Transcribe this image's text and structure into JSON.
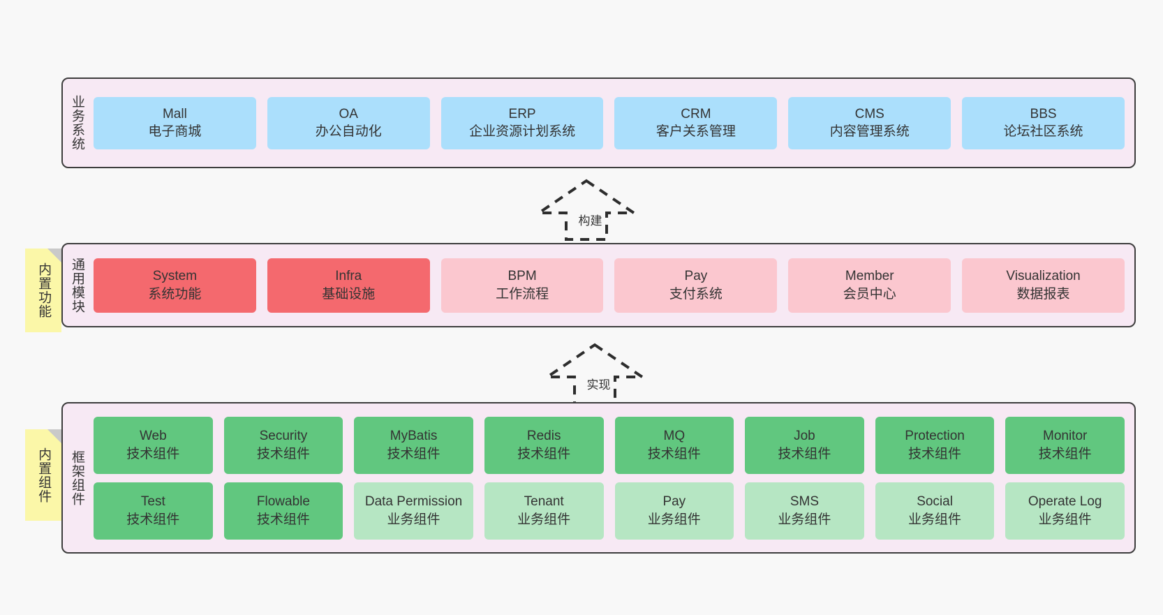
{
  "diagram": {
    "title_note_features": "内置功能",
    "title_note_components": "内置组件",
    "layers": [
      {
        "id": "business",
        "title": "业务系统",
        "rows": [
          {
            "cards": [
              {
                "name": "Mall",
                "desc": "电子商城",
                "color": "#abdffc"
              },
              {
                "name": "OA",
                "desc": "办公自动化",
                "color": "#abdffc"
              },
              {
                "name": "ERP",
                "desc": "企业资源计划系统",
                "color": "#abdffc"
              },
              {
                "name": "CRM",
                "desc": "客户关系管理",
                "color": "#abdffc"
              },
              {
                "name": "CMS",
                "desc": "内容管理系统",
                "color": "#abdffc"
              },
              {
                "name": "BBS",
                "desc": "论坛社区系统",
                "color": "#abdffc"
              }
            ]
          }
        ]
      },
      {
        "id": "modules",
        "title": "通用模块",
        "rows": [
          {
            "cards": [
              {
                "name": "System",
                "desc": "系统功能",
                "color": "#f4696e"
              },
              {
                "name": "Infra",
                "desc": "基础设施",
                "color": "#f4696e"
              },
              {
                "name": "BPM",
                "desc": "工作流程",
                "color": "#fbc7cf"
              },
              {
                "name": "Pay",
                "desc": "支付系统",
                "color": "#fbc7cf"
              },
              {
                "name": "Member",
                "desc": "会员中心",
                "color": "#fbc7cf"
              },
              {
                "name": "Visualization",
                "desc": "数据报表",
                "color": "#fbc7cf"
              }
            ]
          }
        ]
      },
      {
        "id": "framework",
        "title": "框架组件",
        "rows": [
          {
            "cards": [
              {
                "name": "Web",
                "desc": "技术组件",
                "color": "#61c77f"
              },
              {
                "name": "Security",
                "desc": "技术组件",
                "color": "#61c77f"
              },
              {
                "name": "MyBatis",
                "desc": "技术组件",
                "color": "#61c77f"
              },
              {
                "name": "Redis",
                "desc": "技术组件",
                "color": "#61c77f"
              },
              {
                "name": "MQ",
                "desc": "技术组件",
                "color": "#61c77f"
              },
              {
                "name": "Job",
                "desc": "技术组件",
                "color": "#61c77f"
              },
              {
                "name": "Protection",
                "desc": "技术组件",
                "color": "#61c77f"
              },
              {
                "name": "Monitor",
                "desc": "技术组件",
                "color": "#61c77f"
              }
            ]
          },
          {
            "cards": [
              {
                "name": "Test",
                "desc": "技术组件",
                "color": "#61c77f"
              },
              {
                "name": "Flowable",
                "desc": "技术组件",
                "color": "#61c77f"
              },
              {
                "name": "Data Permission",
                "desc": "业务组件",
                "color": "#b6e6c3"
              },
              {
                "name": "Tenant",
                "desc": "业务组件",
                "color": "#b6e6c3"
              },
              {
                "name": "Pay",
                "desc": "业务组件",
                "color": "#b6e6c3"
              },
              {
                "name": "SMS",
                "desc": "业务组件",
                "color": "#b6e6c3"
              },
              {
                "name": "Social",
                "desc": "业务组件",
                "color": "#b6e6c3"
              },
              {
                "name": "Operate Log",
                "desc": "业务组件",
                "color": "#b6e6c3"
              }
            ]
          }
        ]
      }
    ],
    "arrows": [
      {
        "id": "build",
        "label": "构建"
      },
      {
        "id": "impl",
        "label": "实现"
      }
    ],
    "colors": {
      "canvas_background": "#f8f8f8",
      "panel_background": "#f7e9f4",
      "panel_border": "#3d3d3d",
      "note_background": "#fbf7a8",
      "note_fold": "#c9c9c9",
      "text": "#333333",
      "blue": "#abdffc",
      "red": "#f4696e",
      "pink": "#fbc7cf",
      "green": "#61c77f",
      "green_light": "#b6e6c3"
    }
  }
}
